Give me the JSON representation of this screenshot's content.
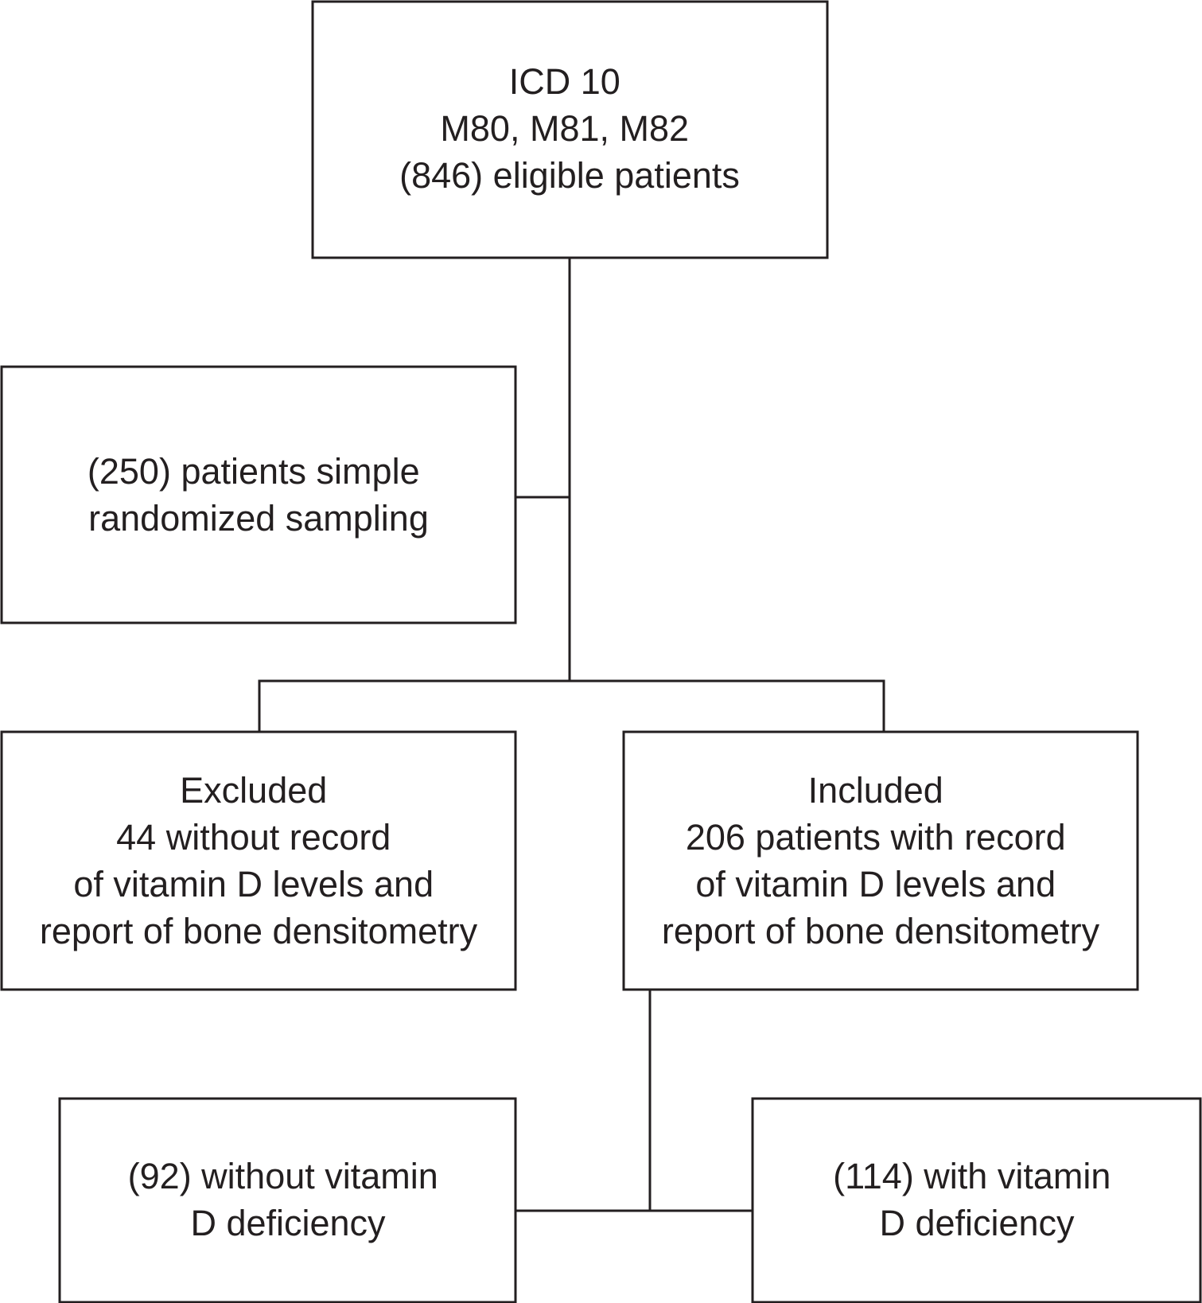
{
  "nodes": [
    {
      "id": "eligible",
      "lines": [
        "ICD 10",
        "M80, M81, M82",
        "(846) eligible patients"
      ]
    },
    {
      "id": "sampling",
      "lines": [
        "(250) patients simple",
        "randomized sampling"
      ]
    },
    {
      "id": "excluded",
      "lines": [
        "Excluded",
        "44 without record",
        "of vitamin D levels and",
        "report of bone densitometry"
      ]
    },
    {
      "id": "included",
      "lines": [
        "Included",
        "206 patients with record",
        "of vitamin D levels and",
        "report of bone densitometry"
      ]
    },
    {
      "id": "no-deficiency",
      "lines": [
        "(92) without vitamin",
        "D deficiency"
      ]
    },
    {
      "id": "deficiency",
      "lines": [
        "(114) with vitamin",
        "D deficiency"
      ]
    }
  ],
  "edges": [
    {
      "from": "eligible",
      "to": "sampling"
    },
    {
      "from": "sampling",
      "to": "excluded"
    },
    {
      "from": "sampling",
      "to": "included"
    },
    {
      "from": "included",
      "to": "no-deficiency"
    },
    {
      "from": "included",
      "to": "deficiency"
    }
  ]
}
